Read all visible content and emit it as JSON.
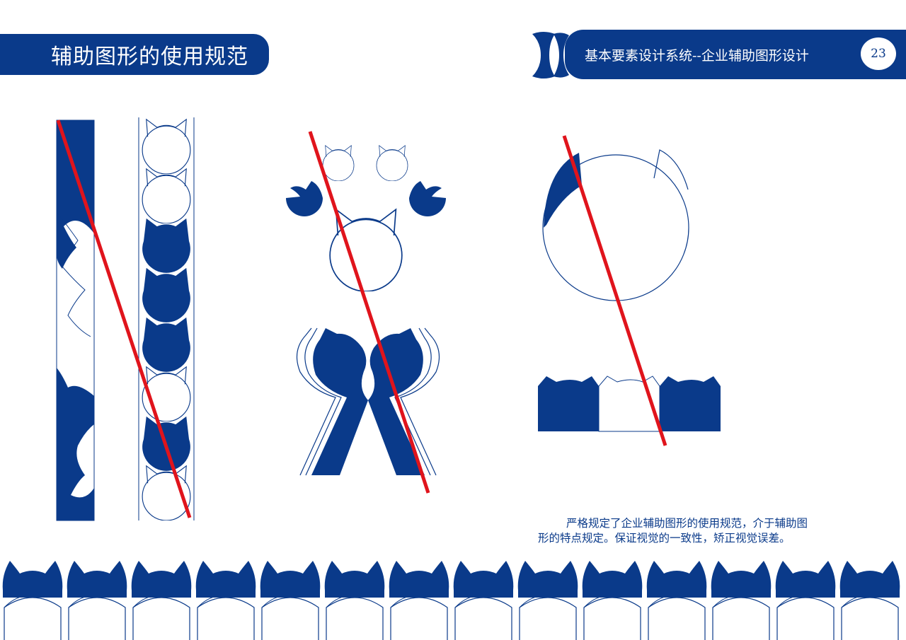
{
  "title": "辅助图形的使用规范",
  "header": {
    "section": "基本要素设计系统--企业辅助图形设计",
    "page_number": "23"
  },
  "description": {
    "line1": "严格规定了企业辅助图形的使用规范，介于辅助图",
    "line2": "形的特点规定。保证视觉的一致性，矫正视觉误差。"
  },
  "colors": {
    "brand_blue": "#0a3a8a",
    "prohibit_red": "#e0141c"
  }
}
